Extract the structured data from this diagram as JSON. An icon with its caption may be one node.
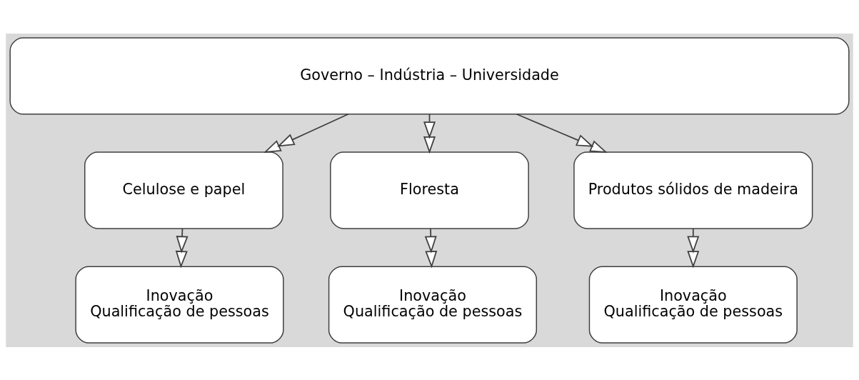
{
  "diagram": {
    "nodes": [
      {
        "text": [
          "Governo – Indústria – Universidade"
        ]
      },
      {
        "text": [
          "Celulose e papel"
        ]
      },
      {
        "text": [
          "Floresta"
        ]
      },
      {
        "text": [
          "Produtos sólidos de madeira"
        ]
      },
      {
        "text": [
          "Inovação",
          "Qualificação de pessoas"
        ]
      },
      {
        "text": [
          "Inovação",
          "Qualificação de pessoas"
        ]
      },
      {
        "text": [
          "Inovação",
          "Qualificação de pessoas"
        ]
      }
    ],
    "edges": [
      {
        "from": 0,
        "to": 1,
        "arrow": "to"
      },
      {
        "from": 0,
        "to": 2,
        "arrow": "to"
      },
      {
        "from": 0,
        "to": 3,
        "arrow": "to"
      },
      {
        "from": 1,
        "to": 4,
        "arrow": "to"
      },
      {
        "from": 2,
        "to": 5,
        "arrow": "to"
      },
      {
        "from": 3,
        "to": 6,
        "arrow": "to"
      }
    ]
  }
}
